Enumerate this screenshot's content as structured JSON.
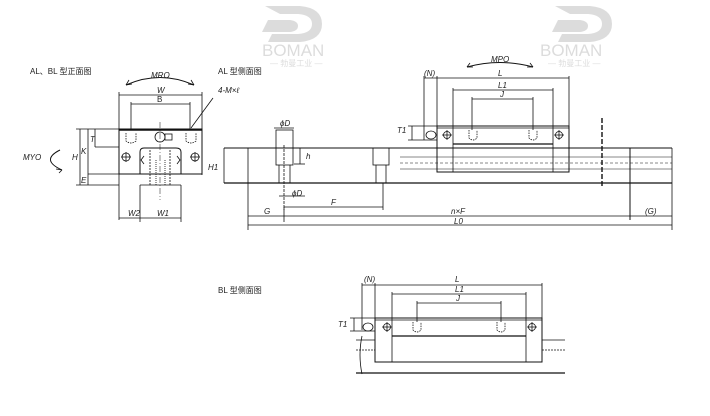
{
  "watermark": {
    "brand": "BOMAN",
    "subtitle": "— 勃曼工业 —",
    "color": "#d6d6d6"
  },
  "front_view": {
    "caption": "AL、BL 型正面图",
    "labels": {
      "moment_pitch": "MRO",
      "moment_yaw": "MYO",
      "width": "W",
      "bolt_spacing": "B",
      "thread": "4-M×ℓ",
      "top_thickness": "T",
      "height": "H",
      "k": "K",
      "e": "E",
      "w2": "W2",
      "w1": "W1"
    }
  },
  "side_view_al": {
    "caption": "AL 型侧面图",
    "labels": {
      "counterbore_dia": "ϕD",
      "hole_dia": "ϕD",
      "h": "h",
      "rail_height": "H1",
      "pitch": "F",
      "end_distance": "G",
      "n_times_f": "n×F",
      "end_distance_right": "(G)",
      "rail_length": "L0",
      "moment_pitch": "MPO",
      "n": "(N)",
      "block_length": "L",
      "body_length": "L1",
      "j": "J",
      "t1": "T1"
    }
  },
  "side_view_bl": {
    "caption": "BL 型侧面图",
    "labels": {
      "n": "(N)",
      "block_length": "L",
      "body_length": "L1",
      "j": "J",
      "t1": "T1"
    }
  }
}
